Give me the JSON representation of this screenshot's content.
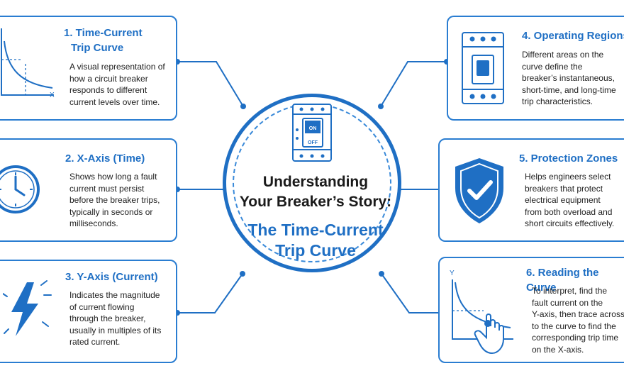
{
  "center": {
    "title_line1": "Understanding",
    "title_line2": "Your Breaker’s Story:",
    "title_line3": "The Time-Current",
    "title_line4": "Trip Curve",
    "breaker_on": "ON",
    "breaker_off": "OFF"
  },
  "cards": [
    {
      "title1": "1. Time-Current",
      "title2": "Trip Curve",
      "lines": [
        "A visual representation of",
        "how a circuit breaker",
        "responds to different",
        "current levels over time."
      ],
      "icon": "trip-curve-graph-icon"
    },
    {
      "title1": "2. X-Axis (Time)",
      "lines": [
        "Shows how long a fault",
        "current must persist",
        "before the breaker trips,",
        "typically in seconds or",
        "milliseconds."
      ],
      "icon": "clock-icon"
    },
    {
      "title1": "3. Y-Axis (Current)",
      "lines": [
        "Indicates the magnitude",
        "of current flowing",
        "through the breaker,",
        "usually in multiples of its",
        "rated current."
      ],
      "icon": "lightning-bolt-icon"
    },
    {
      "title1": "4. Operating Regions",
      "lines": [
        "Different areas on the",
        "curve define the",
        "breaker’s instantaneous,",
        "short-time, and long-time",
        "trip characteristics."
      ],
      "icon": "circuit-breaker-icon"
    },
    {
      "title1": "5. Protection Zones",
      "lines": [
        "Helps engineers select",
        "breakers that protect",
        "electrical equipment",
        "from both overload and",
        "short circuits effectively."
      ],
      "icon": "shield-check-icon"
    },
    {
      "title1": "6. Reading the Curve",
      "lines": [
        "To interpret, find the",
        "fault current on the",
        "Y-axis, then trace across",
        "to the curve to find the",
        "corresponding trip time",
        "on the X-axis."
      ],
      "icon": "hand-pointer-graph-icon"
    }
  ],
  "axis_labels": {
    "x": "X",
    "y": "Y"
  },
  "colors": {
    "accent": "#1f6fc4",
    "border": "#2a7dd1",
    "text": "#1e1e1e"
  }
}
